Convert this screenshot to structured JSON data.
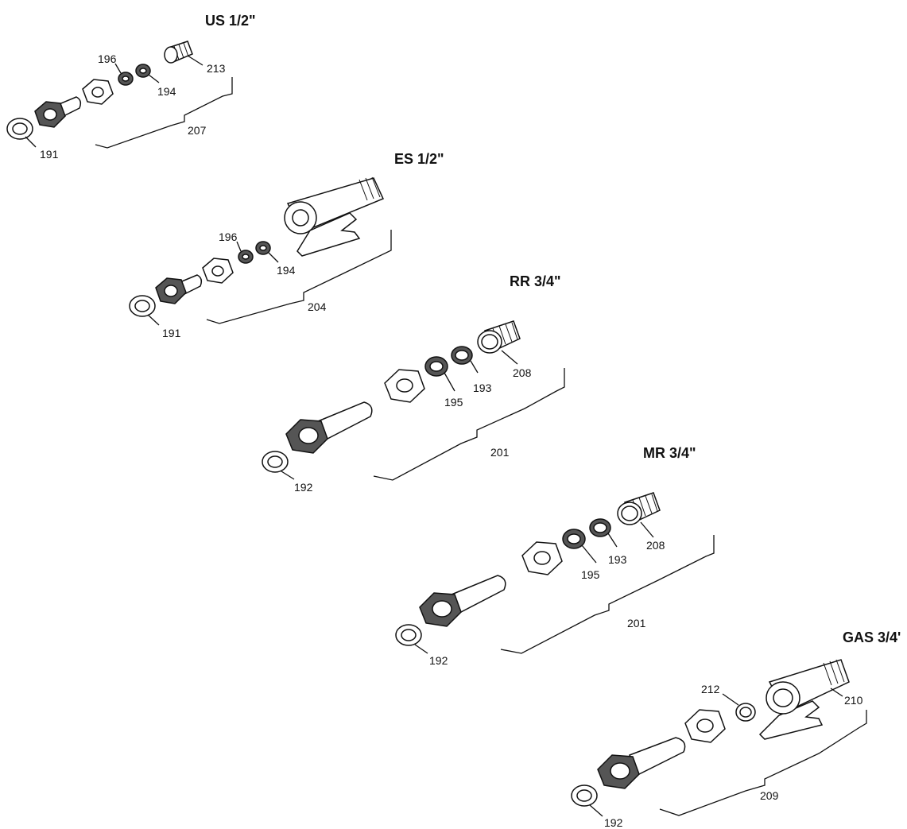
{
  "assemblies": [
    {
      "title": "US 1/2\"",
      "labels": [
        "196",
        "213",
        "194",
        "207",
        "191"
      ]
    },
    {
      "title": "ES 1/2\"",
      "labels": [
        "196",
        "194",
        "204",
        "191"
      ]
    },
    {
      "title": "RR 3/4\"",
      "labels": [
        "208",
        "193",
        "195",
        "201",
        "192"
      ]
    },
    {
      "title": "MR 3/4\"",
      "labels": [
        "208",
        "193",
        "195",
        "201",
        "192"
      ]
    },
    {
      "title": "GAS 3/4'",
      "labels": [
        "212",
        "210",
        "209",
        "192"
      ]
    }
  ]
}
